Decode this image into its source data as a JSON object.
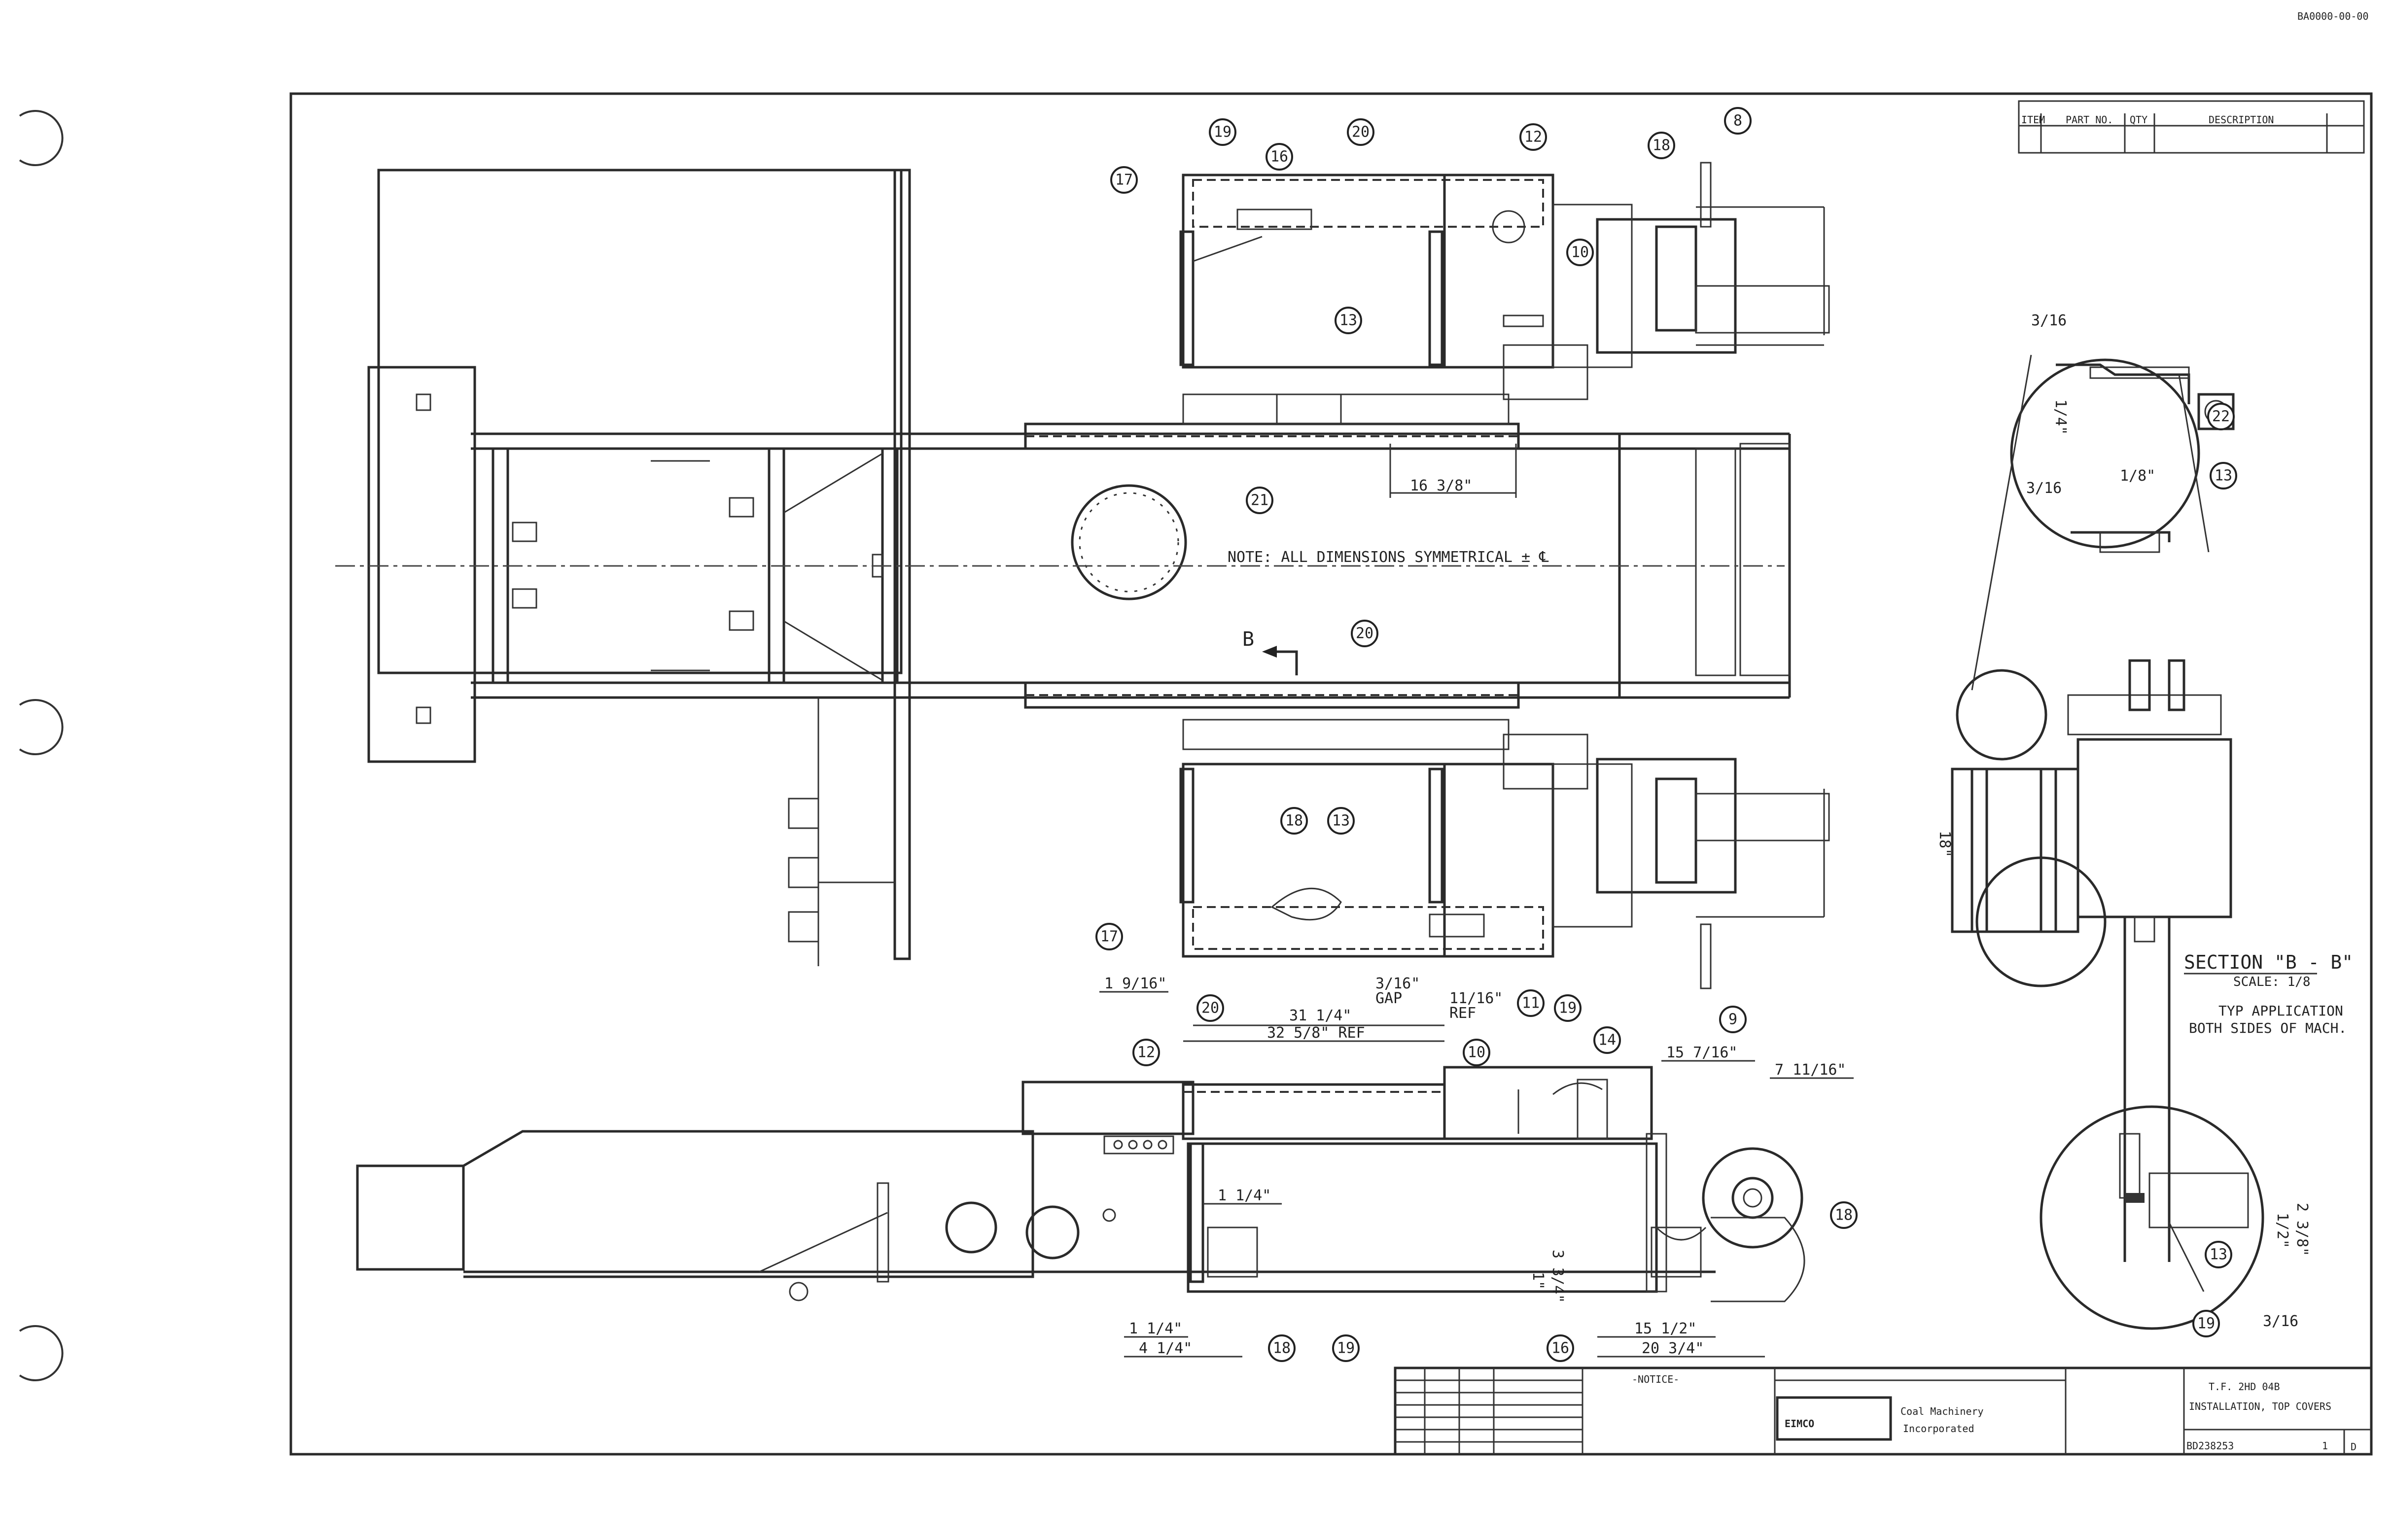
{
  "sheet_ref": "BA0000-00-00",
  "notes": {
    "centerline_note": "NOTE: ALL DIMENSIONS SYMMETRICAL ± ℄",
    "section_arrow_label": "B",
    "section_title": "SECTION \"B - B\"",
    "section_scale": "SCALE: 1/8",
    "section_note_line1": "TYP APPLICATION",
    "section_note_line2": "BOTH SIDES OF MACH."
  },
  "dimensions": {
    "top_16_3_8": "16 3/8\"",
    "one_9_16": "1 9/16\"",
    "gap_3_16": "3/16\"",
    "gap_word": "GAP",
    "eleven_16": "11/16\"",
    "ref_word": "REF",
    "thirty1_1_4": "31 1/4\"",
    "thirty2_5_8": "32 5/8\" REF",
    "fifteen_7_16": "15 7/16\"",
    "seven_11_16": "7 11/16\"",
    "one_1_4_a": "1 1/4\"",
    "one_1_4_b": "1 1/4\"",
    "four_1_4": "4 1/4\"",
    "fifteen_1_2": "15 1/2\"",
    "twenty_3_4": "20 3/4\"",
    "three_3_4": "3 3/4\"",
    "one_in": "1\"",
    "dtl_3_16_top": "3/16",
    "dtl_1_8": "1/8\"",
    "dtl_1_4": "1/4\"",
    "dtl_3_16_mid": "3/16",
    "dtl_1_2": "1/2\"",
    "dtl_2_3_8": "2 3/8\"",
    "dtl_3_16_bot": "3/16",
    "dtl_18": "18\""
  },
  "balloons": {
    "b8": "8",
    "b9": "9",
    "b10": "10",
    "b11": "11",
    "b12": "12",
    "b13": "13",
    "b14": "14",
    "b16": "16",
    "b17": "17",
    "b18": "18",
    "b19": "19",
    "b20": "20",
    "b21": "21",
    "b22": "22"
  },
  "title_block": {
    "company_logo": "EIMCO",
    "company_name_line1": "Coal Machinery",
    "company_name_line2": "Incorporated",
    "drawing_number": "BD238253",
    "sheet": "1",
    "revision": "D",
    "title_line1": "T.F. 2HD 04B",
    "title_line2": "INSTALLATION, TOP COVERS",
    "notice_heading": "-NOTICE-",
    "parts_list_header_item": "ITEM",
    "parts_list_header_part": "PART NO.",
    "parts_list_header_qty": "QTY",
    "parts_list_header_desc": "DESCRIPTION"
  }
}
